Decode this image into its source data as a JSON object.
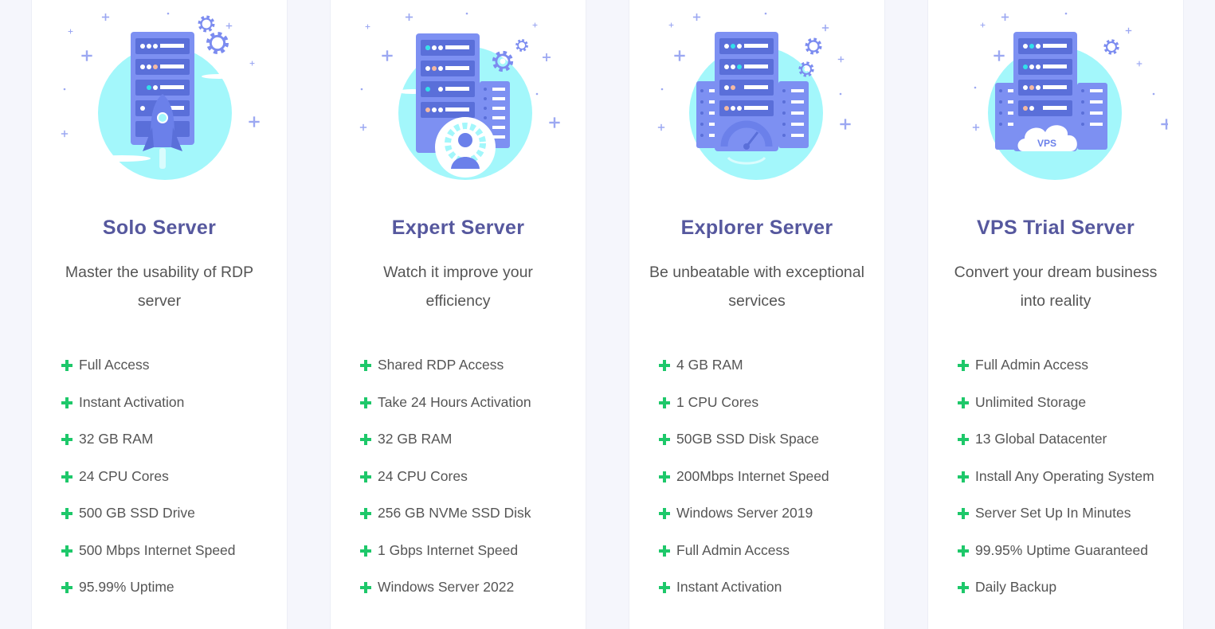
{
  "plans": [
    {
      "title": "Solo Server",
      "description": "Master the usability of RDP server",
      "illustration": "rocket-server-illustration",
      "features": [
        "Full Access",
        "Instant Activation",
        "32 GB RAM",
        "24 CPU Cores",
        "500 GB SSD Drive",
        "500 Mbps Internet Speed",
        "95.99% Uptime"
      ]
    },
    {
      "title": "Expert Server",
      "description": "Watch it improve your efficiency",
      "illustration": "expert-server-illustration",
      "features": [
        "Shared RDP Access",
        "Take 24 Hours Activation",
        "32 GB RAM",
        "24 CPU Cores",
        "256 GB NVMe SSD Disk",
        "1 Gbps Internet Speed",
        "Windows Server 2022"
      ]
    },
    {
      "title": "Explorer Server",
      "description": "Be unbeatable with exceptional services",
      "illustration": "speedometer-server-illustration",
      "features": [
        "4 GB RAM",
        "1 CPU Cores",
        "50GB SSD Disk Space",
        "200Mbps Internet Speed",
        "Windows Server 2019",
        "Full Admin Access",
        "Instant Activation"
      ]
    },
    {
      "title": "VPS Trial Server",
      "description": "Convert your dream business into reality",
      "illustration": "vps-cloud-server-illustration",
      "vps_label": "VPS",
      "features": [
        "Full Admin Access",
        "Unlimited Storage",
        "13 Global Datacenter",
        "Install Any Operating System",
        "Server Set Up In Minutes",
        "99.95% Uptime Guaranteed",
        "Daily Backup"
      ]
    }
  ],
  "colors": {
    "title": "#56589e",
    "feature_plus": "#1ec86a",
    "circle": "#a3f7fb",
    "server": "#7b8ff2"
  }
}
